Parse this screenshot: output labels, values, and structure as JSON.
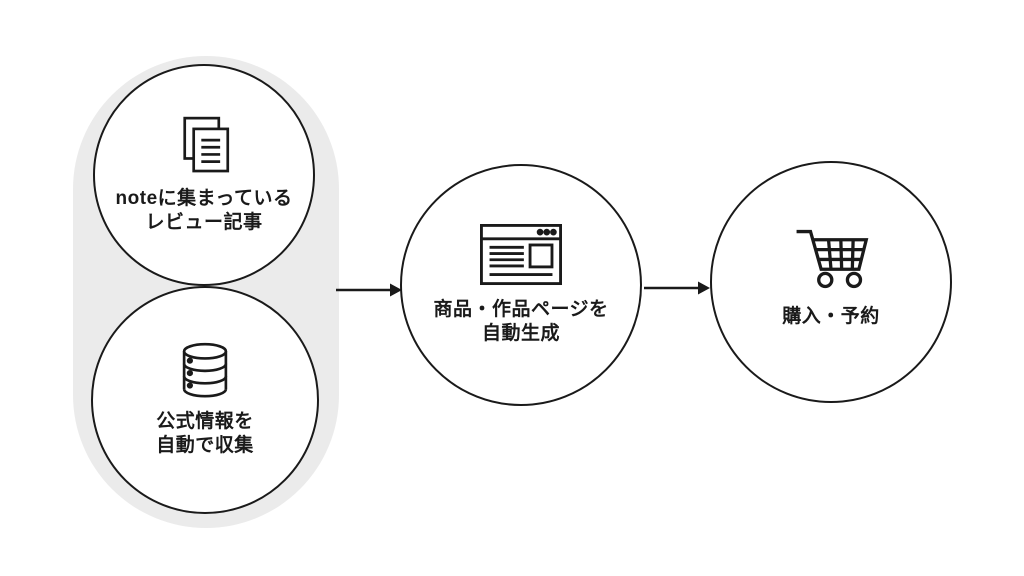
{
  "diagram": {
    "source_group": {
      "nodes": [
        {
          "icon": "documents-icon",
          "line1": "noteに集まっている",
          "line2": "レビュー記事"
        },
        {
          "icon": "database-icon",
          "line1": "公式情報を",
          "line2": "自動で収集"
        }
      ]
    },
    "steps": [
      {
        "icon": "browser-icon",
        "line1": "商品・作品ページを",
        "line2": "自動生成"
      },
      {
        "icon": "cart-icon",
        "line1": "購入・予約"
      }
    ],
    "colors": {
      "background": "#ffffff",
      "group_fill": "#ebebeb",
      "node_fill": "#ffffff",
      "stroke": "#1a1a1a",
      "text": "#1a1a1a"
    }
  }
}
